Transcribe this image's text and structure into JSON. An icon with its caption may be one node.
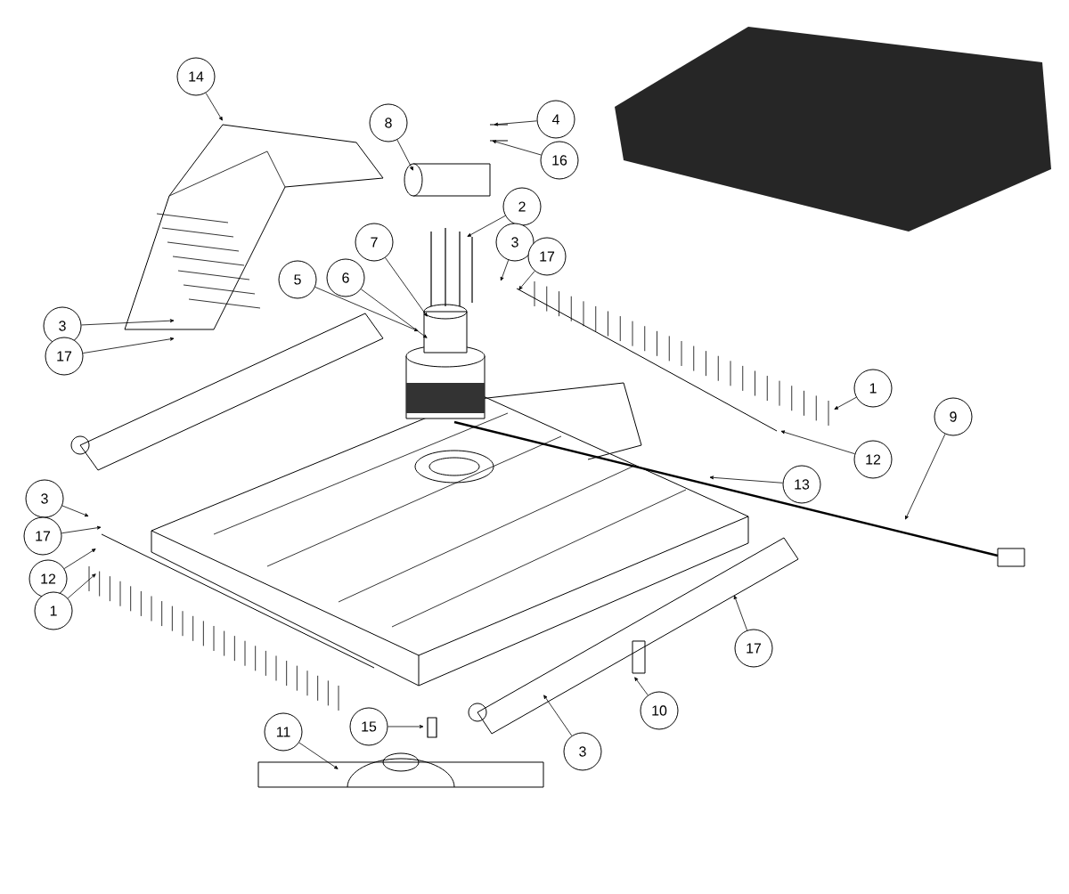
{
  "diagram": {
    "nodes": [
      {
        "text": [
          "14"
        ]
      },
      {
        "text": [
          "4"
        ]
      },
      {
        "text": [
          "8"
        ]
      },
      {
        "text": [
          "16"
        ]
      },
      {
        "text": [
          "2"
        ]
      },
      {
        "text": [
          "7"
        ]
      },
      {
        "text": [
          "3"
        ]
      },
      {
        "text": [
          "17"
        ]
      },
      {
        "text": [
          "6"
        ]
      },
      {
        "text": [
          "5"
        ]
      },
      {
        "text": [
          "3"
        ]
      },
      {
        "text": [
          "17"
        ]
      },
      {
        "text": [
          "1"
        ]
      },
      {
        "text": [
          "9"
        ]
      },
      {
        "text": [
          "13"
        ]
      },
      {
        "text": [
          "12"
        ]
      },
      {
        "text": [
          "3"
        ]
      },
      {
        "text": [
          "17"
        ]
      },
      {
        "text": [
          "12"
        ]
      },
      {
        "text": [
          "1"
        ]
      },
      {
        "text": [
          "17"
        ]
      },
      {
        "text": [
          "10"
        ]
      },
      {
        "text": [
          "15"
        ]
      },
      {
        "text": [
          "11"
        ]
      },
      {
        "text": [
          "3"
        ]
      }
    ],
    "edges": [
      {
        "from": 0,
        "to": null,
        "arrow": "to"
      },
      {
        "from": 1,
        "to": null,
        "arrow": "to"
      },
      {
        "from": 2,
        "to": null,
        "arrow": "to"
      },
      {
        "from": 3,
        "to": null,
        "arrow": "to"
      },
      {
        "from": 4,
        "to": null,
        "arrow": "to"
      },
      {
        "from": 5,
        "to": null,
        "arrow": "to"
      },
      {
        "from": 6,
        "to": null,
        "arrow": "to"
      },
      {
        "from": 7,
        "to": null,
        "arrow": "to"
      },
      {
        "from": 8,
        "to": null,
        "arrow": "to"
      },
      {
        "from": 9,
        "to": null,
        "arrow": "to"
      },
      {
        "from": 10,
        "to": null,
        "arrow": "to"
      },
      {
        "from": 11,
        "to": null,
        "arrow": "to"
      },
      {
        "from": 12,
        "to": null,
        "arrow": "to"
      },
      {
        "from": 13,
        "to": null,
        "arrow": "to"
      },
      {
        "from": 14,
        "to": null,
        "arrow": "to"
      },
      {
        "from": 15,
        "to": null,
        "arrow": "to"
      },
      {
        "from": 16,
        "to": null,
        "arrow": "to"
      },
      {
        "from": 17,
        "to": null,
        "arrow": "to"
      },
      {
        "from": 18,
        "to": null,
        "arrow": "to"
      },
      {
        "from": 19,
        "to": null,
        "arrow": "to"
      },
      {
        "from": 20,
        "to": null,
        "arrow": "to"
      },
      {
        "from": 21,
        "to": null,
        "arrow": "to"
      },
      {
        "from": 22,
        "to": null,
        "arrow": "to"
      },
      {
        "from": 23,
        "to": null,
        "arrow": "to"
      },
      {
        "from": 24,
        "to": null,
        "arrow": "to"
      }
    ]
  }
}
